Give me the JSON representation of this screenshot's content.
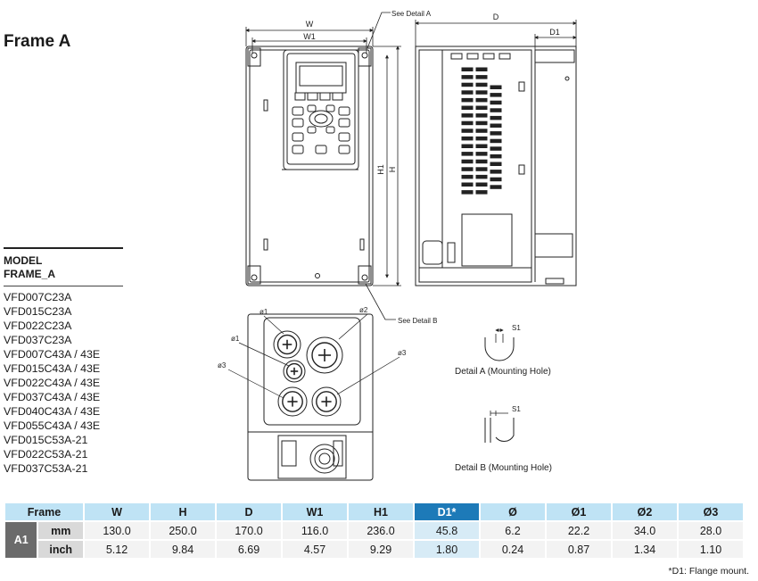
{
  "title": "Frame A",
  "model_header": {
    "line1": "MODEL",
    "line2": "FRAME_A"
  },
  "models": [
    "VFD007C23A",
    "VFD015C23A",
    "VFD022C23A",
    "VFD037C23A",
    "VFD007C43A / 43E",
    "VFD015C43A / 43E",
    "VFD022C43A / 43E",
    "VFD037C43A / 43E",
    "VFD040C43A / 43E",
    "VFD055C43A / 43E",
    "VFD015C53A-21",
    "VFD022C53A-21",
    "VFD037C53A-21"
  ],
  "drawing": {
    "dim_w": "W",
    "dim_w1": "W1",
    "dim_h": "H",
    "dim_h1": "H1",
    "dim_d": "D",
    "dim_d1": "D1",
    "see_detail_a": "See Detail A",
    "see_detail_b": "See Detail B",
    "phi1": "ø1",
    "phi2": "ø2",
    "phi3": "ø3",
    "s1": "S1",
    "detail_a": "Detail A (Mounting Hole)",
    "detail_b": "Detail B (Mounting Hole)"
  },
  "table": {
    "frame_label": "Frame",
    "columns": [
      "W",
      "H",
      "D",
      "W1",
      "H1",
      "D1*",
      "Ø",
      "Ø1",
      "Ø2",
      "Ø3"
    ],
    "highlight_column": "D1*",
    "frame_id": "A1",
    "rows": [
      {
        "unit": "mm",
        "values": [
          "130.0",
          "250.0",
          "170.0",
          "116.0",
          "236.0",
          "45.8",
          "6.2",
          "22.2",
          "34.0",
          "28.0"
        ]
      },
      {
        "unit": "inch",
        "values": [
          "5.12",
          "9.84",
          "6.69",
          "4.57",
          "9.29",
          "1.80",
          "0.24",
          "0.87",
          "1.34",
          "1.10"
        ]
      }
    ]
  },
  "footnote": "*D1: Flange mount.",
  "colors": {
    "header": "#bfe3f5",
    "highlight": "#1d7ab8",
    "frame_cell": "#6b6b6b",
    "unit_cell": "#d9d9d9"
  }
}
